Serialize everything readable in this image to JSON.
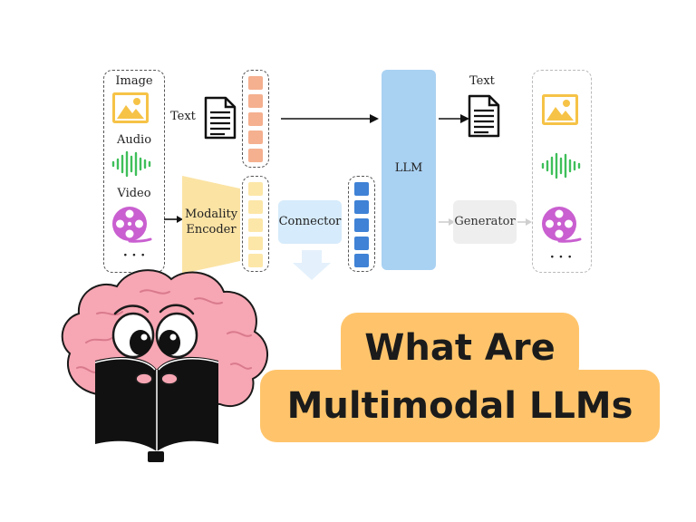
{
  "diagram": {
    "inputs": {
      "image_label": "Image",
      "audio_label": "Audio",
      "video_label": "Video",
      "more": "· · ·"
    },
    "text_in_label": "Text",
    "encoder_label": "Modality Encoder",
    "connector_label": "Connector",
    "llm_label": "LLM",
    "text_out_label": "Text",
    "generator_label": "Generator",
    "outputs_more": "· · ·",
    "colors": {
      "text_tokens": "#f5b08f",
      "encoder": "#fbe3a4",
      "encoder_tokens": "#fde7a8",
      "connector": "#d6ebfb",
      "connector_tokens": "#3f82d6",
      "llm": "#a9d1f2",
      "generator": "#eeeeee",
      "image_icon": "#f6c347",
      "audio_icon": "#3fbf5a",
      "video_icon": "#c95fd0"
    }
  },
  "title": {
    "line1": "What Are",
    "line2": "Multimodal LLMs"
  },
  "mascot": {
    "icon": "brain-reading-book-icon"
  }
}
